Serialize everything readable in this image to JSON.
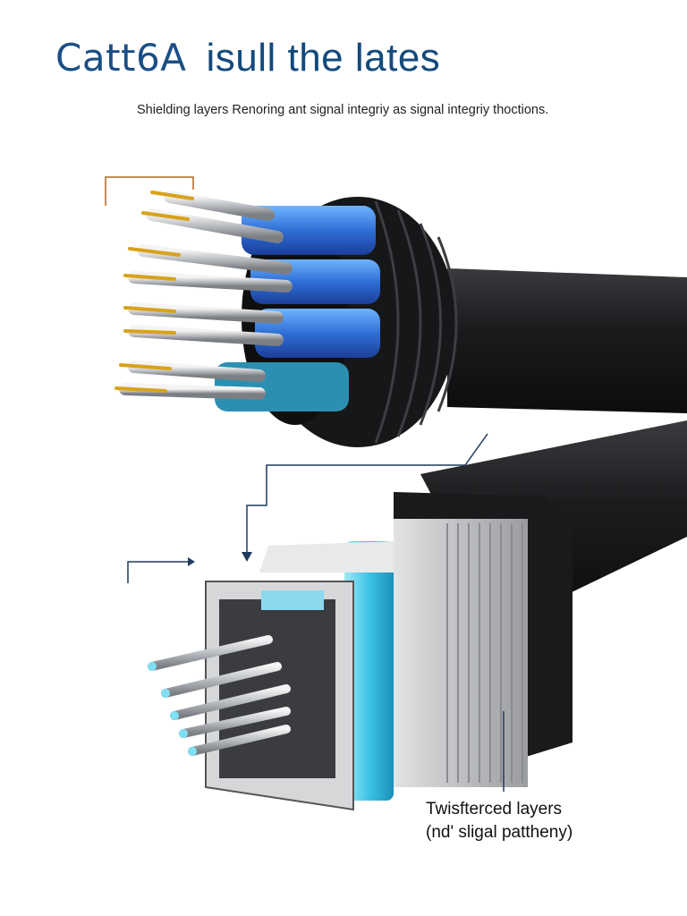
{
  "title": {
    "part1": "Catt6A",
    "part2": "isull the lates"
  },
  "subtitle": "Shielding layers Renoring ant signal integriy as signal integriy thoctions.",
  "callout_label": {
    "line1": "Twisfterced layers",
    "line2": "(nd' sligal pattheny)"
  },
  "colors": {
    "title": "#1a4f86",
    "jacket": "#1b1c1e",
    "shield_blue": "#2f6fd6",
    "accent_cyan": "#3cc4e6",
    "conductor_gold": "#d9a21b",
    "callout_line": "#1f3a5c"
  }
}
